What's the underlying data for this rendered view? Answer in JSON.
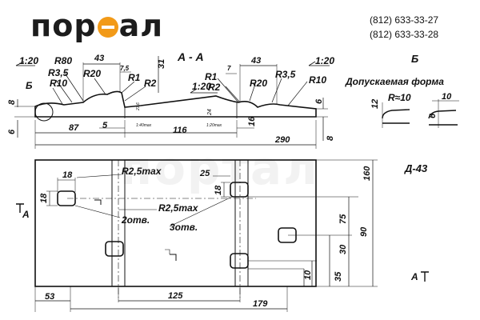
{
  "logo": {
    "pre": "пор",
    "post": "ал"
  },
  "phones": [
    "(812) 633-33-27",
    "(812) 633-33-28"
  ],
  "watermark": "портал",
  "section_title": "А - А",
  "view_b": "Б",
  "allowed_form": "Допускаемая форма",
  "product_code": "Д-43",
  "label_a": "А",
  "labels": {
    "slope_left": "1:20",
    "slope_mid": "1:20",
    "slope_right": "1:20",
    "r80": "R80",
    "r35_l": "R3,5",
    "r10_l": "R10",
    "r20_l": "R20",
    "r1_l": "R1",
    "r2_l": "R2",
    "r1_r": "R1",
    "r2_r": "R2",
    "r20_r": "R20",
    "r35_r": "R3,5",
    "r10_r": "R10",
    "b_marker": "Б",
    "r_approx": "R≈10",
    "r25max_top": "R2,5max",
    "r25max_mid": "R2,5max",
    "holes2": "2отв.",
    "holes3": "3отв.",
    "slope_small_l": "1:40max",
    "slope_small_r": "1:20max"
  },
  "dims": {
    "d8_l": "8",
    "d6_l": "6",
    "d43_l": "43",
    "d75": "7,5",
    "d31": "31",
    "d7": "7",
    "d43_r": "43",
    "d6_r": "6",
    "d87": "87",
    "d5": "5",
    "d116": "116",
    "d16": "16",
    "d290": "290",
    "d8_r": "8",
    "d236": "23,6",
    "d24": "24",
    "d12": "12",
    "d6_b": "6",
    "d10": "10",
    "p18_a": "18",
    "p18_b": "18",
    "p25": "25",
    "p18_c": "18",
    "p160": "160",
    "p75": "75",
    "p90": "90",
    "p30": "30",
    "p10": "10",
    "p35": "35",
    "p53": "53",
    "p125": "125",
    "p179": "179"
  }
}
